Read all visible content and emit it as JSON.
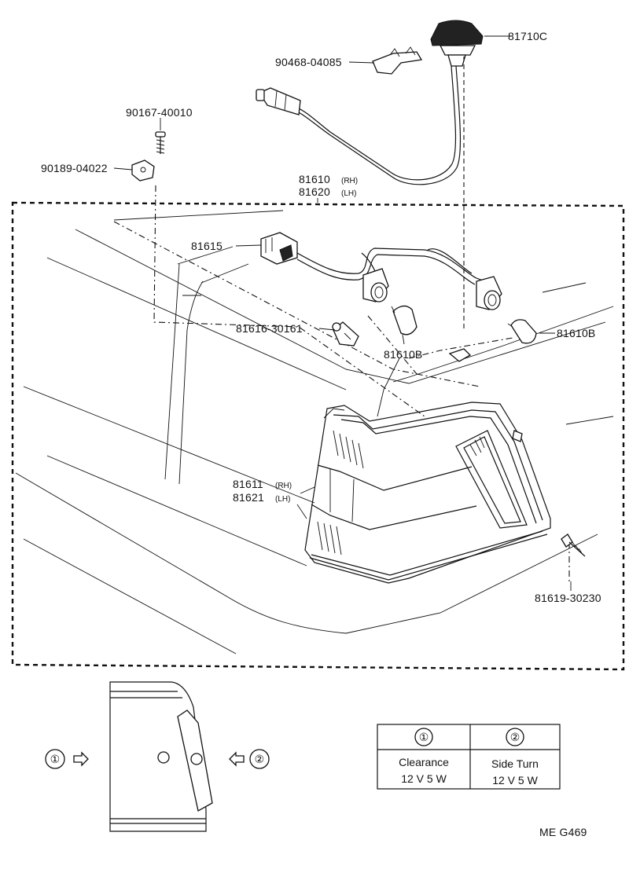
{
  "parts": {
    "p81710c": "81710C",
    "p90468": "90468-04085",
    "p90167": "90167-40010",
    "p90189": "90189-04022",
    "p81610": "81610",
    "p81620": "81620",
    "p81615": "81615",
    "p81616": "81616-30161",
    "p81610b_left": "81610B",
    "p81610b_right": "81610B",
    "p81611": "81611",
    "p81621": "81621",
    "p81619": "81619-30230"
  },
  "qualifiers": {
    "rh": "(RH)",
    "lh": "(LH)"
  },
  "views": {
    "marker1": "①",
    "marker2": "②"
  },
  "table": {
    "col1_head": "①",
    "col2_head": "②",
    "col1_line1": "Clearance",
    "col1_line2": "12 V  5 W",
    "col2_line1": "Side Turn",
    "col2_line2": "12 V  5 W"
  },
  "footer": {
    "code": "ME  G469"
  }
}
